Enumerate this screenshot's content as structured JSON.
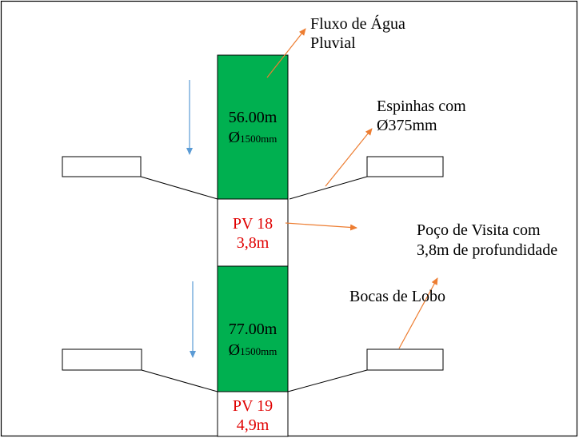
{
  "segments": [
    {
      "length": "56.00m",
      "diameter_symbol": "Ø",
      "diameter_value": "1500mm"
    },
    {
      "length": "77.00m",
      "diameter_symbol": "Ø",
      "diameter_value": "1500mm"
    }
  ],
  "manholes": [
    {
      "label": "PV 18",
      "depth": "3,8m"
    },
    {
      "label": "PV 19",
      "depth": "4,9m"
    }
  ],
  "annotations": {
    "flow_line1": "Fluxo de Água",
    "flow_line2": "Pluvial",
    "spines_line1": "Espinhas com",
    "spines_line2": "Ø375mm",
    "manhole_line1": "Poço de Visita com",
    "manhole_line2": "3,8m de profundidade",
    "inlets": "Bocas de Lobo"
  },
  "colors": {
    "pipe_fill": "#00b050",
    "manhole_text": "#e00000",
    "leader_arrow": "#ed7d31",
    "flow_arrow": "#5b9bd5"
  }
}
